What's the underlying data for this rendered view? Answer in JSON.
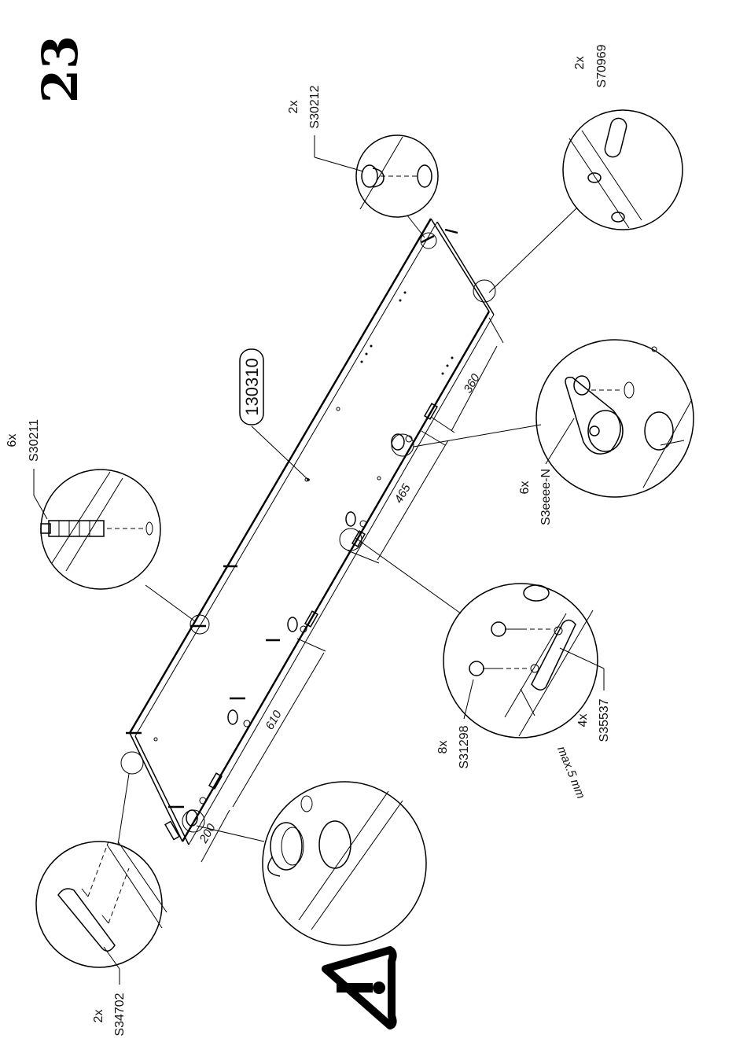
{
  "step_number": "23",
  "panel_id": "130310",
  "callouts": [
    {
      "qty": "6x",
      "code": "S30211"
    },
    {
      "qty": "2x",
      "code": "S30212"
    },
    {
      "qty": "2x",
      "code": "S70969"
    },
    {
      "qty": "6x",
      "code": "S3eeee-N"
    },
    {
      "qty": "8x",
      "code": "S31298"
    },
    {
      "qty": "4x",
      "code": "S35537"
    },
    {
      "qty": "2x",
      "code": "S34702"
    }
  ],
  "dimensions": [
    "360",
    "465",
    "610",
    "200"
  ],
  "max_note": "max.5 mm",
  "icons": [
    "warning-icon"
  ]
}
